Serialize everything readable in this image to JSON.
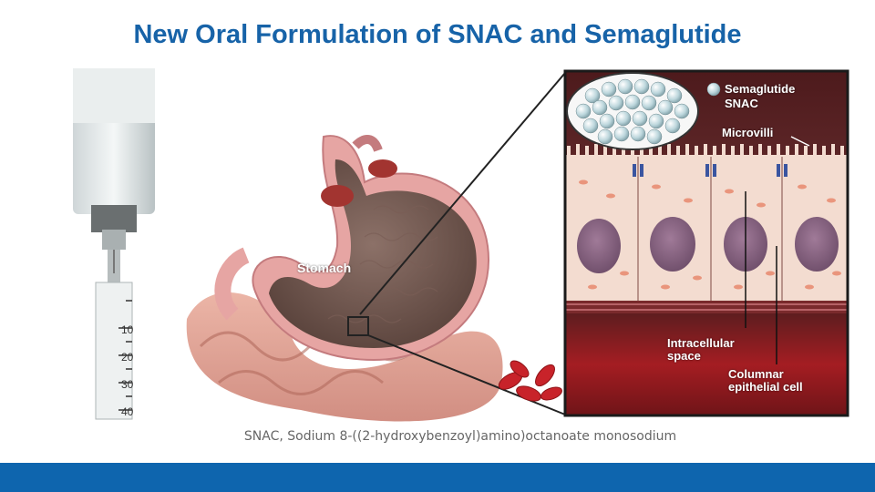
{
  "title": "New Oral Formulation  of SNAC and Semaglutide",
  "caption": "SNAC, Sodium 8-((2-hydroxybenzoyl)amino)octanoate monosodium",
  "labels": {
    "stomach": "Stomach",
    "semaglutide": "Semaglutide",
    "snac": "SNAC",
    "microvilli": "Microvilli",
    "intracellular_line1": "Intracellular",
    "intracellular_line2": "space",
    "columnar_line1": "Columnar",
    "columnar_line2": "epithelial  cell"
  },
  "syringe_marks": [
    "10",
    "20",
    "30",
    "40"
  ],
  "colors": {
    "title": "#1763a8",
    "footer": "#0e65ae",
    "caption": "#666666",
    "tissue_dark": "#5e1d1f",
    "blood": "#a81c20"
  }
}
